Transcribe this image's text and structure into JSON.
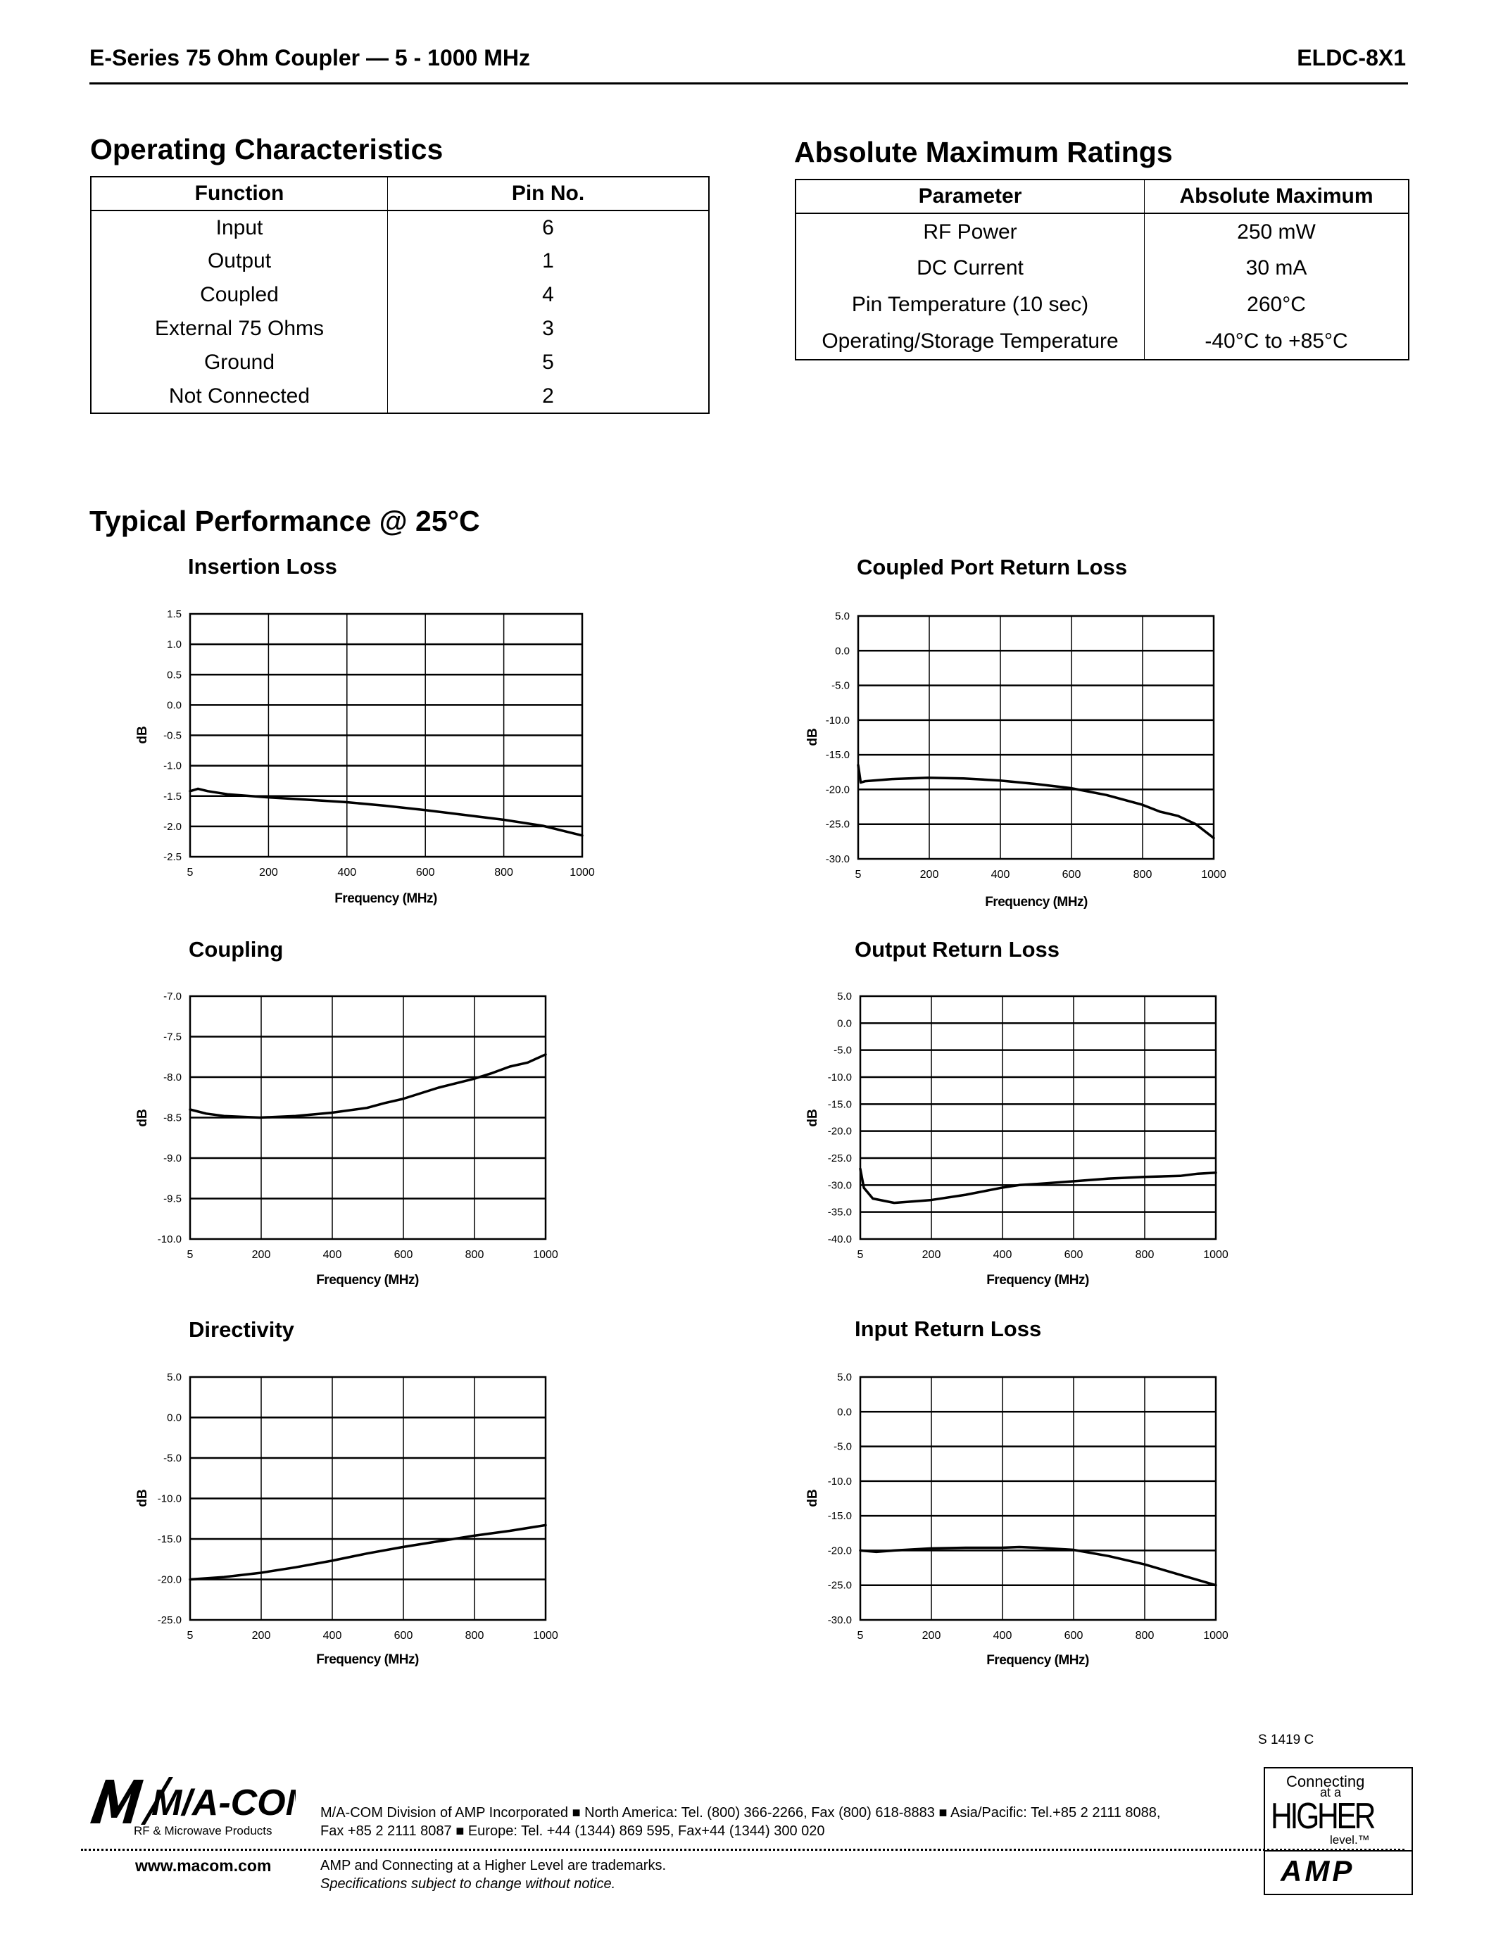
{
  "header": {
    "title": "E-Series 75 Ohm Coupler  — 5 - 1000 MHz",
    "part": "ELDC-8X1"
  },
  "operating": {
    "title": "Operating Characteristics",
    "headers": [
      "Function",
      "Pin No."
    ],
    "rows": [
      [
        "Input",
        "6"
      ],
      [
        "Output",
        "1"
      ],
      [
        "Coupled",
        "4"
      ],
      [
        "External 75 Ohms",
        "3"
      ],
      [
        "Ground",
        "5"
      ],
      [
        "Not Connected",
        "2"
      ]
    ]
  },
  "ratings": {
    "title": "Absolute Maximum Ratings",
    "headers": [
      "Parameter",
      "Absolute Maximum"
    ],
    "rows": [
      [
        "RF Power",
        "250 mW"
      ],
      [
        "DC Current",
        "30 mA"
      ],
      [
        "Pin Temperature (10 sec)",
        "260°C"
      ],
      [
        "Operating/Storage Temperature",
        "-40°C to +85°C"
      ]
    ]
  },
  "performance": {
    "title": "Typical Performance @ 25°C"
  },
  "chart_data": [
    {
      "id": "insertion",
      "type": "line",
      "title": "Insertion Loss",
      "xlabel": "Frequency (MHz)",
      "ylabel": "dB",
      "xlim": [
        5,
        1000
      ],
      "ylim": [
        -2.5,
        1.5
      ],
      "yticks": [
        "1.5",
        "1.0",
        "0.5",
        "0.0",
        "-0.5",
        "-1.0",
        "-1.5",
        "-2.0",
        "-2.5"
      ],
      "xticks": [
        "5",
        "200",
        "400",
        "600",
        "800",
        "1000"
      ],
      "grid": true,
      "x": [
        5,
        25,
        50,
        100,
        200,
        300,
        400,
        500,
        600,
        700,
        800,
        900,
        950,
        1000
      ],
      "y": [
        -1.42,
        -1.38,
        -1.42,
        -1.47,
        -1.52,
        -1.56,
        -1.6,
        -1.66,
        -1.73,
        -1.81,
        -1.89,
        -1.99,
        -2.07,
        -2.15
      ]
    },
    {
      "id": "coupledport",
      "type": "line",
      "title": "Coupled Port Return Loss",
      "xlabel": "Frequency (MHz)",
      "ylabel": "dB",
      "xlim": [
        5,
        1000
      ],
      "ylim": [
        -30,
        5
      ],
      "yticks": [
        "5.0",
        "0.0",
        "-5.0",
        "-10.0",
        "-15.0",
        "-20.0",
        "-25.0",
        "-30.0"
      ],
      "xticks": [
        "5",
        "200",
        "400",
        "600",
        "800",
        "1000"
      ],
      "grid": true,
      "x": [
        5,
        12,
        25,
        100,
        200,
        300,
        400,
        500,
        600,
        700,
        800,
        850,
        900,
        950,
        1000
      ],
      "y": [
        -16.5,
        -19.0,
        -18.8,
        -18.5,
        -18.3,
        -18.4,
        -18.7,
        -19.2,
        -19.8,
        -20.8,
        -22.2,
        -23.2,
        -23.8,
        -25.0,
        -27.0
      ]
    },
    {
      "id": "coupling",
      "type": "line",
      "title": "Coupling",
      "xlabel": "Frequency (MHz)",
      "ylabel": "dB",
      "xlim": [
        5,
        1000
      ],
      "ylim": [
        -10,
        -7
      ],
      "yticks": [
        "-7.0",
        "-7.5",
        "-8.0",
        "-8.5",
        "-9.0",
        "-9.5",
        "-10.0"
      ],
      "xticks": [
        "5",
        "200",
        "400",
        "600",
        "800",
        "1000"
      ],
      "grid": true,
      "x": [
        5,
        50,
        100,
        200,
        300,
        400,
        500,
        550,
        600,
        700,
        800,
        850,
        900,
        950,
        1000
      ],
      "y": [
        -8.4,
        -8.45,
        -8.48,
        -8.5,
        -8.48,
        -8.44,
        -8.38,
        -8.32,
        -8.27,
        -8.13,
        -8.02,
        -7.95,
        -7.87,
        -7.82,
        -7.72
      ]
    },
    {
      "id": "output",
      "type": "line",
      "title": "Output Return Loss",
      "xlabel": "Frequency (MHz)",
      "ylabel": "dB",
      "xlim": [
        5,
        1000
      ],
      "ylim": [
        -40,
        5
      ],
      "yticks": [
        "5.0",
        "0.0",
        "-5.0",
        "-10.0",
        "-15.0",
        "-20.0",
        "-25.0",
        "-30.0",
        "-35.0",
        "-40.0"
      ],
      "xticks": [
        "5",
        "200",
        "400",
        "600",
        "800",
        "1000"
      ],
      "grid": true,
      "x": [
        5,
        15,
        40,
        100,
        200,
        300,
        400,
        450,
        500,
        600,
        700,
        800,
        900,
        950,
        1000
      ],
      "y": [
        -27.0,
        -30.5,
        -32.5,
        -33.3,
        -32.8,
        -31.8,
        -30.5,
        -30.0,
        -29.8,
        -29.3,
        -28.8,
        -28.5,
        -28.3,
        -27.9,
        -27.7
      ]
    },
    {
      "id": "directivity",
      "type": "line",
      "title": "Directivity",
      "xlabel": "Frequency (MHz)",
      "ylabel": "dB",
      "xlim": [
        5,
        1000
      ],
      "ylim": [
        -25,
        5
      ],
      "yticks": [
        "5.0",
        "0.0",
        "-5.0",
        "-10.0",
        "-15.0",
        "-20.0",
        "-25.0"
      ],
      "xticks": [
        "5",
        "200",
        "400",
        "600",
        "800",
        "1000"
      ],
      "grid": true,
      "x": [
        5,
        100,
        200,
        300,
        400,
        500,
        600,
        700,
        800,
        900,
        1000
      ],
      "y": [
        -20.0,
        -19.7,
        -19.2,
        -18.5,
        -17.7,
        -16.8,
        -16.0,
        -15.3,
        -14.6,
        -14.0,
        -13.3
      ]
    },
    {
      "id": "input",
      "type": "line",
      "title": "Input Return Loss",
      "xlabel": "Frequency (MHz)",
      "ylabel": "dB",
      "xlim": [
        5,
        1000
      ],
      "ylim": [
        -30,
        5
      ],
      "yticks": [
        "5.0",
        "0.0",
        "-5.0",
        "-10.0",
        "-15.0",
        "-20.0",
        "-25.0",
        "-30.0"
      ],
      "xticks": [
        "5",
        "200",
        "400",
        "600",
        "800",
        "1000"
      ],
      "grid": true,
      "x": [
        5,
        50,
        100,
        200,
        300,
        400,
        450,
        500,
        600,
        700,
        800,
        900,
        1000
      ],
      "y": [
        -20.0,
        -20.2,
        -20.0,
        -19.7,
        -19.6,
        -19.6,
        -19.5,
        -19.6,
        -19.9,
        -20.8,
        -22.0,
        -23.5,
        -25.0
      ]
    }
  ],
  "footer": {
    "doc_code": "S 1419 C",
    "logo": "M/A-COM",
    "logo_sub": "RF & Microwave Products",
    "contact": "M/A-COM Division of AMP Incorporated  ■  North America: Tel. (800) 366-2266, Fax (800) 618-8883  ■  Asia/Pacific: Tel.+85 2 2111 8088,",
    "contact2": "Fax +85 2 2111 8087  ■  Europe: Tel. +44 (1344) 869 595, Fax+44 (1344) 300 020",
    "website": "www.macom.com",
    "trademark": "AMP and Connecting at a Higher Level are trademarks.",
    "disclaimer": "Specifications subject to change without notice.",
    "amp_tag_1": "Connecting",
    "amp_tag_2": "at a",
    "amp_tag_3": "HIGHER",
    "amp_tag_4": "level.™",
    "amp_brand": "AMP"
  }
}
